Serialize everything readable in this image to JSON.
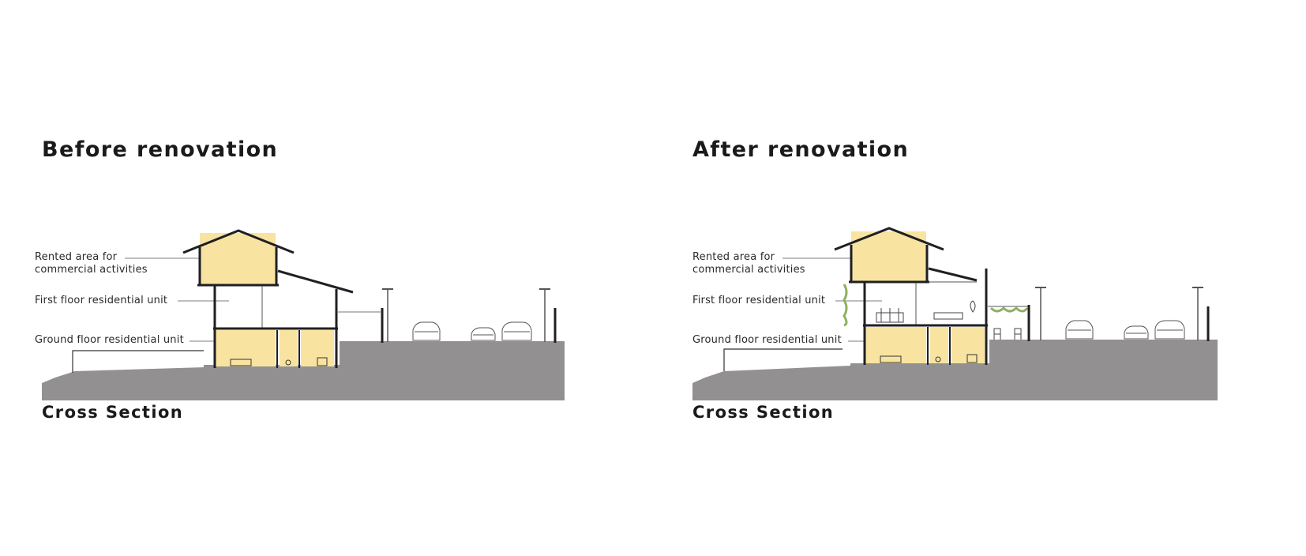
{
  "before": {
    "title": "Before renovation",
    "subtitle": "Cross Section",
    "labels": {
      "rented_line1": "Rented area for",
      "rented_line2": "commercial activities",
      "first_floor": "First floor residential unit",
      "ground_floor": "Ground floor residential unit"
    }
  },
  "after": {
    "title": "After renovation",
    "subtitle": "Cross Section",
    "labels": {
      "rented_line1": "Rented area for",
      "rented_line2": "commercial activities",
      "first_floor": "First floor residential unit",
      "ground_floor": "Ground floor residential unit"
    }
  },
  "colors": {
    "ground": "#939092",
    "room_fill": "#f8e4a0",
    "line": "#1f1f24",
    "plant": "#8fb060"
  }
}
